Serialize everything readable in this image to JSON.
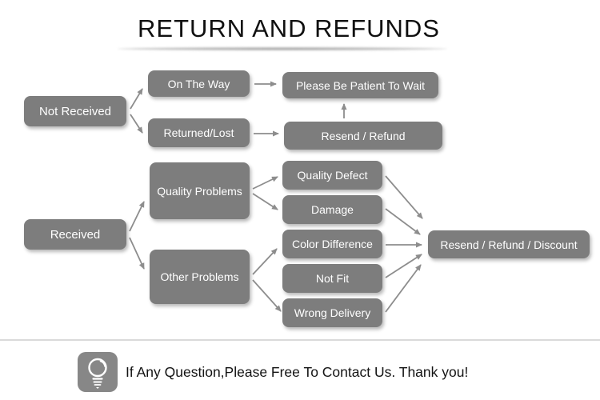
{
  "title": "RETURN AND REFUNDS",
  "colors": {
    "box": "#7d7d7d",
    "arrow": "#8d8d8d",
    "title_text": "#101010",
    "footer_text": "#141414",
    "divider": "#dadada",
    "icon_bg": "#878787"
  },
  "flowchart": {
    "nodes": {
      "not_received": "Not Received",
      "on_the_way": "On The Way",
      "returned_lost": "Returned/Lost",
      "please_wait": "Please Be Patient To Wait",
      "resend_refund": "Resend / Refund",
      "received": "Received",
      "quality_problems": "Quality Problems",
      "other_problems": "Other Problems",
      "quality_defect": "Quality Defect",
      "damage": "Damage",
      "color_difference": "Color Difference",
      "not_fit": "Not Fit",
      "wrong_delivery": "Wrong Delivery",
      "resend_refund_discount": "Resend / Refund / Discount"
    },
    "connections": [
      [
        "not_received",
        "on_the_way"
      ],
      [
        "not_received",
        "returned_lost"
      ],
      [
        "on_the_way",
        "please_wait"
      ],
      [
        "returned_lost",
        "resend_refund"
      ],
      [
        "resend_refund",
        "please_wait"
      ],
      [
        "received",
        "quality_problems"
      ],
      [
        "received",
        "other_problems"
      ],
      [
        "quality_problems",
        "quality_defect"
      ],
      [
        "quality_problems",
        "damage"
      ],
      [
        "other_problems",
        "color_difference"
      ],
      [
        "other_problems",
        "wrong_delivery"
      ],
      [
        "quality_defect",
        "resend_refund_discount"
      ],
      [
        "damage",
        "resend_refund_discount"
      ],
      [
        "color_difference",
        "resend_refund_discount"
      ],
      [
        "not_fit",
        "resend_refund_discount"
      ],
      [
        "wrong_delivery",
        "resend_refund_discount"
      ]
    ]
  },
  "footer": {
    "icon": "lightbulb-icon",
    "text": "If Any Question,Please Free To Contact Us. Thank you!"
  }
}
